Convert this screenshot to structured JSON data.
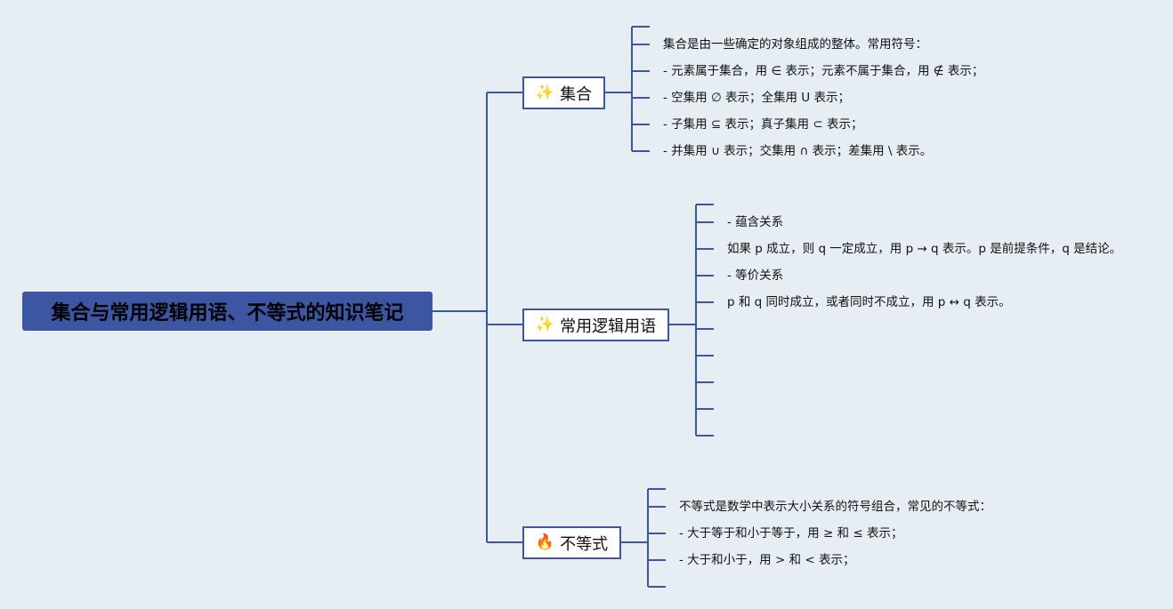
{
  "root": {
    "title": "集合与常用逻辑用语、不等式的知识笔记"
  },
  "branches": [
    {
      "label": "集合",
      "icon": "sparkle-icon",
      "icon_glyph": "✨",
      "items": [
        "集合是由一些确定的对象组成的整体。常用符号：",
        "- 元素属于集合，用 ∈ 表示；元素不属于集合，用 ∉ 表示；",
        "- 空集用 ∅ 表示；全集用 U 表示；",
        "- 子集用 ⊆ 表示；真子集用 ⊂ 表示；",
        "- 并集用 ∪ 表示；交集用 ∩ 表示；差集用 \\ 表示。"
      ]
    },
    {
      "label": "常用逻辑用语",
      "icon": "sparkle-icon",
      "icon_glyph": "✨",
      "items": [
        "- 蕴含关系",
        "如果 p 成立，则 q 一定成立，用 p → q 表示。p 是前提条件，q 是结论。",
        "- 等价关系",
        "p 和 q 同时成立，或者同时不成立，用 p ↔ q 表示。"
      ]
    },
    {
      "label": "不等式",
      "icon": "fire-icon",
      "icon_glyph": "🔥",
      "items": [
        "不等式是数学中表示大小关系的符号组合，常见的不等式：",
        "- 大于等于和小于等于，用 ≥ 和 ≤ 表示；",
        "- 大于和小于，用 > 和 < 表示；"
      ]
    }
  ],
  "colors": {
    "background": "#e6eef4",
    "line": "#3d56a1",
    "root_fill": "#3d56a1",
    "node_fill": "#ffffff"
  }
}
